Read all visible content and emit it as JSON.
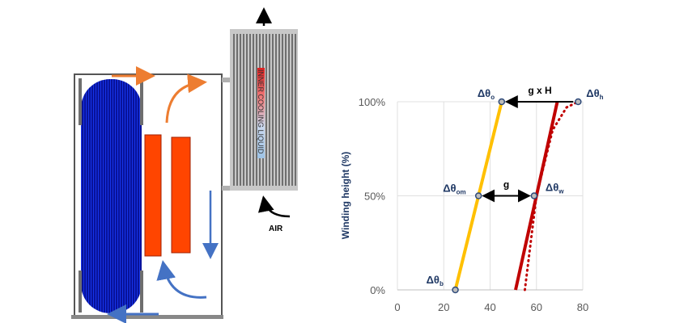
{
  "diagram": {
    "radiator_label": "INNER COOLING LIQUID",
    "air_label": "AIR",
    "colors": {
      "tank_outline": "#555555",
      "core_dark": "#00008b",
      "core_light": "#1a3dff",
      "winding": "#ff4500",
      "hot_flow": "#ed7d31",
      "cold_flow": "#4472c4",
      "radiator_fin": "#8c8c8c",
      "radiator_frame": "#b0b0b0",
      "radiator_hot": "#e03030",
      "radiator_cold": "#9dc3e6"
    }
  },
  "chart_data": {
    "type": "line",
    "ylabel": "Winding height (%)",
    "xlabel": "",
    "xlim": [
      0,
      80
    ],
    "ylim": [
      0,
      100
    ],
    "x_ticks": [
      "0",
      "20",
      "40",
      "60",
      "80"
    ],
    "y_ticks": [
      "0%",
      "50%",
      "100%"
    ],
    "grid": true,
    "series": [
      {
        "color": "#ffc000",
        "style": "solid",
        "points": [
          [
            25,
            0
          ],
          [
            45,
            100
          ]
        ]
      },
      {
        "color": "#c00000",
        "style": "solid",
        "points": [
          [
            51,
            0
          ],
          [
            69,
            100
          ]
        ]
      },
      {
        "color": "#c00000",
        "style": "dotted",
        "points": [
          [
            55,
            0
          ],
          [
            60,
            50
          ],
          [
            67,
            85
          ],
          [
            73,
            97
          ],
          [
            78,
            100
          ]
        ]
      }
    ],
    "markers": [
      {
        "x": 25,
        "y": 0,
        "label": "Δθ",
        "sub": "b"
      },
      {
        "x": 35,
        "y": 50,
        "label": "Δθ",
        "sub": "om"
      },
      {
        "x": 45,
        "y": 100,
        "label": "Δθ",
        "sub": "o"
      },
      {
        "x": 59,
        "y": 50,
        "label": "Δθ",
        "sub": "w"
      },
      {
        "x": 78,
        "y": 100,
        "label": "Δθ",
        "sub": "h"
      }
    ],
    "annotations": [
      {
        "text": "g",
        "from": [
          35,
          50
        ],
        "to": [
          59,
          50
        ]
      },
      {
        "text": "g x H",
        "from": [
          78,
          100
        ],
        "to": [
          45,
          100
        ]
      }
    ]
  }
}
